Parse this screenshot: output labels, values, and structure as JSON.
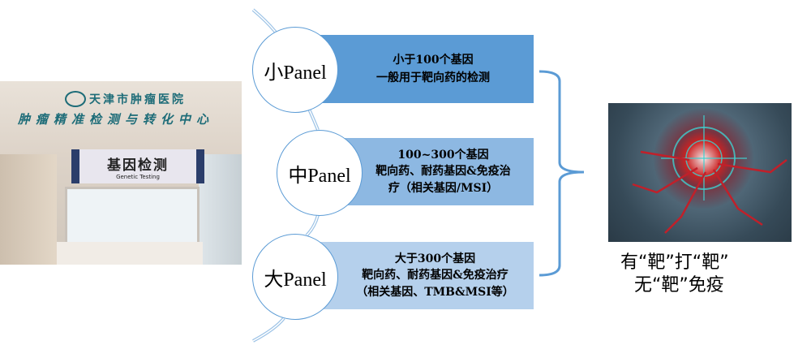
{
  "photo": {
    "hospital_name": "天津市肿瘤医院",
    "center_name": "肿瘤精准检测与转化中心",
    "sign_cn": "基因检测",
    "sign_en": "Genetic Testing"
  },
  "panels": [
    {
      "name": "小Panel",
      "line1": "小于100个基因",
      "line2": "一般用于靶向药的检测",
      "line3": "",
      "color": "#5b9bd5"
    },
    {
      "name": "中Panel",
      "line1": "100~300个基因",
      "line2": "靶向药、耐药基因&免疫治",
      "line3": "疗（相关基因/MSI）",
      "color": "#8db8e2"
    },
    {
      "name": "大Panel",
      "line1": "大于300个基因",
      "line2": "靶向药、耐药基因&免疫治疗",
      "line3": "（相关基因、TMB&MSI等）",
      "color": "#b5d0ec"
    }
  ],
  "caption": {
    "line1": "有“靶”打“靶”",
    "line2": "无“靶”免疫"
  }
}
